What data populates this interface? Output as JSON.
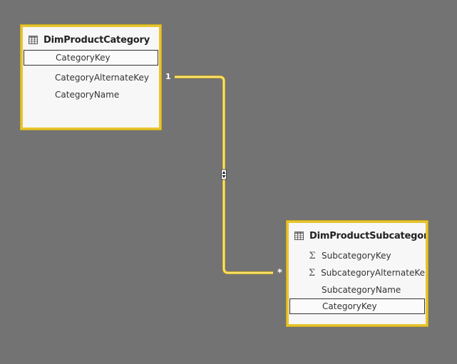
{
  "tables": {
    "category": {
      "name": "DimProductCategory",
      "fields": [
        {
          "label": "CategoryKey",
          "selected": true
        },
        {
          "label": "CategoryAlternateKey"
        },
        {
          "label": "CategoryName"
        }
      ]
    },
    "subcategory": {
      "name": "DimProductSubcategor",
      "fields": [
        {
          "label": "SubcategoryKey",
          "icon": "sigma-icon"
        },
        {
          "label": "SubcategoryAlternateKe",
          "icon": "sigma-icon"
        },
        {
          "label": "SubcategoryName"
        },
        {
          "label": "CategoryKey",
          "selected": true
        }
      ]
    }
  },
  "relationship": {
    "from_cardinality": "1",
    "to_cardinality": "*",
    "cross_filter_icon": "bidirectional-arrow-icon",
    "line_color": "#f2d230"
  },
  "colors": {
    "canvas": "#737373",
    "card_border": "#e8c42e",
    "card_background": "#f7f7f7"
  }
}
